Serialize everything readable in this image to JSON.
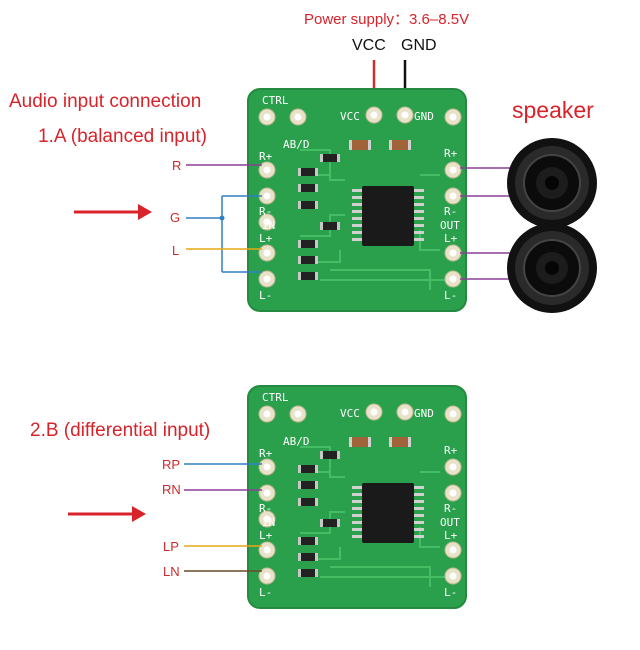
{
  "power": {
    "title": "Power supply：3.6–8.5V",
    "vcc": "VCC",
    "gnd": "GND"
  },
  "section_a": {
    "heading": "Audio input connection",
    "subheading": "1.A (balanced input)",
    "inputs": [
      "R",
      "G",
      "L"
    ]
  },
  "speaker_label": "speaker",
  "section_b": {
    "heading": "2.B (differential input)",
    "inputs": [
      "RP",
      "RN",
      "LP",
      "LN"
    ]
  },
  "board": {
    "ctrl": "CTRL",
    "vcc": "VCC",
    "gnd": "GND",
    "abd": "AB/D",
    "r_plus": "R+",
    "r_minus": "R-",
    "in": "IN",
    "l_plus": "L+",
    "l_minus": "L-",
    "out_r_plus": "R+",
    "out_r_minus": "R-",
    "out": "OUT",
    "out_l_plus": "L+",
    "out_l_minus": "L-"
  },
  "colors": {
    "board_green": "#29a04a",
    "wire_red": "#c9302c",
    "wire_black": "#111111",
    "wire_purple": "#8a3f98",
    "wire_blue": "#2f7fc1",
    "wire_yellow": "#e6a817",
    "wire_brown": "#6b4a2b",
    "arrow_red": "#d8232a"
  }
}
